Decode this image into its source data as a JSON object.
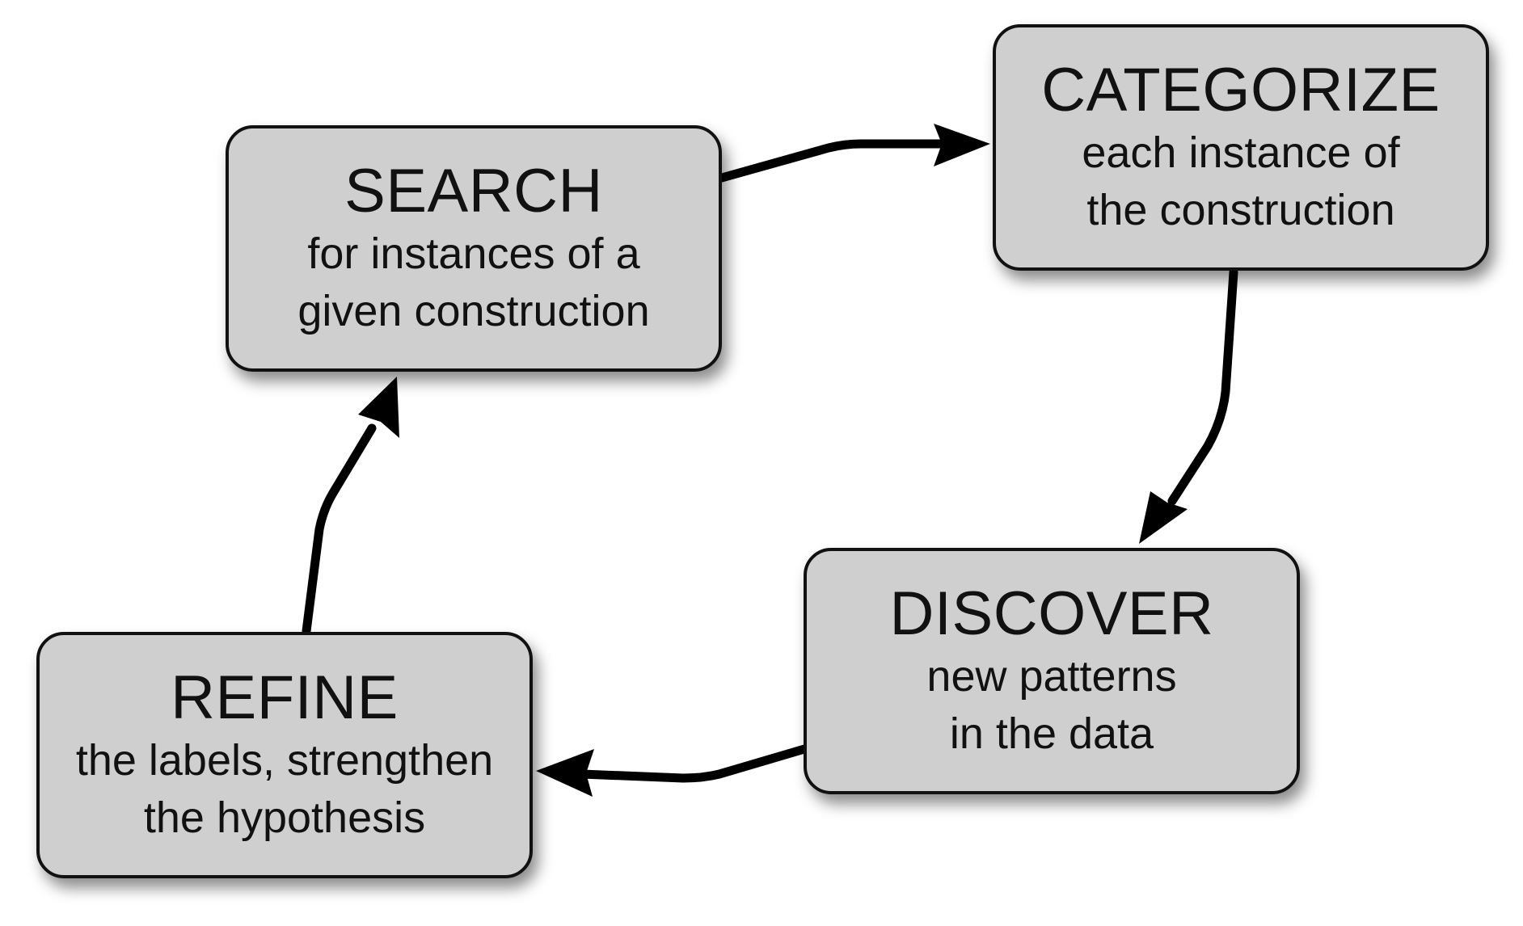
{
  "diagram": {
    "nodes": [
      {
        "id": "search",
        "title": "SEARCH",
        "lines": [
          "for instances of a",
          "given construction"
        ]
      },
      {
        "id": "categorize",
        "title": "CATEGORIZE",
        "lines": [
          "each instance of",
          "the construction"
        ]
      },
      {
        "id": "discover",
        "title": "DISCOVER",
        "lines": [
          "new patterns",
          "in the data"
        ]
      },
      {
        "id": "refine",
        "title": "REFINE",
        "lines": [
          "the labels, strengthen",
          "the hypothesis"
        ]
      }
    ],
    "edges": [
      {
        "from": "search",
        "to": "categorize"
      },
      {
        "from": "categorize",
        "to": "discover"
      },
      {
        "from": "discover",
        "to": "refine"
      },
      {
        "from": "refine",
        "to": "search"
      }
    ],
    "colors": {
      "box_fill": "#cfcfcf",
      "stroke": "#111111",
      "arrow": "#000000",
      "background": "#ffffff"
    }
  }
}
